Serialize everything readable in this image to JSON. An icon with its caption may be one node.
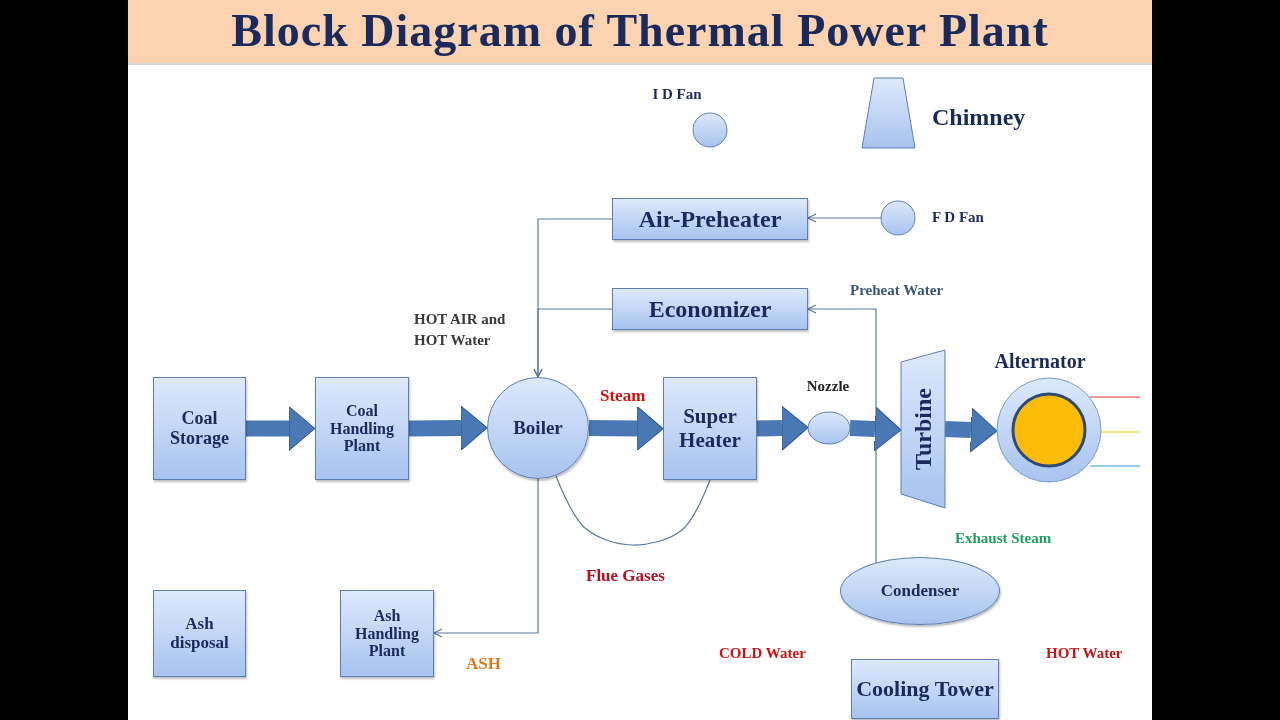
{
  "diagram": {
    "title": "Block Diagram of Thermal Power Plant",
    "nodes": [
      {
        "text": [
          "I D Fan"
        ]
      },
      {
        "text": [
          "Chimney"
        ]
      },
      {
        "text": [
          "Air-Preheater"
        ]
      },
      {
        "text": [
          "F D Fan"
        ]
      },
      {
        "text": [
          "Economizer"
        ]
      },
      {
        "text": [
          "Coal Storage"
        ]
      },
      {
        "text": [
          "Coal Handling Plant"
        ]
      },
      {
        "text": [
          "Boiler"
        ]
      },
      {
        "text": [
          "Super Heater"
        ]
      },
      {
        "text": [
          "Nozzle"
        ]
      },
      {
        "text": [
          "Turbine"
        ]
      },
      {
        "text": [
          "Alternator"
        ]
      },
      {
        "text": [
          "Condenser"
        ]
      },
      {
        "text": [
          "Ash disposal"
        ]
      },
      {
        "text": [
          "Ash Handling Plant"
        ]
      },
      {
        "text": [
          "Cooling Tower"
        ]
      }
    ],
    "edges": [
      {
        "from": 3,
        "to": 2,
        "arrow": "to"
      },
      {
        "from": 2,
        "to": 7,
        "arrow": "to"
      },
      {
        "from": 4,
        "to": 7,
        "arrow": "to"
      },
      {
        "from": 12,
        "to": 4,
        "arrow": "to",
        "label": "Preheat Water"
      },
      {
        "from": 5,
        "to": 6,
        "arrow": "to",
        "style": "thick"
      },
      {
        "from": 6,
        "to": 7,
        "arrow": "to",
        "style": "thick"
      },
      {
        "from": 7,
        "to": 8,
        "arrow": "to",
        "style": "thick",
        "label": "Steam"
      },
      {
        "from": 8,
        "to": 9,
        "arrow": "to",
        "style": "thick"
      },
      {
        "from": 9,
        "to": 10,
        "arrow": "to",
        "style": "thick"
      },
      {
        "from": 10,
        "to": 11,
        "arrow": "to",
        "style": "thick"
      },
      {
        "from": 7,
        "to": 8,
        "arrow": "none",
        "label": "Flue Gases"
      },
      {
        "from": 7,
        "to": 14,
        "arrow": "to",
        "label": "ASH"
      }
    ],
    "labels": [
      "HOT AIR and HOT Water",
      "Exhaust Steam",
      "COLD Water",
      "HOT Water"
    ]
  }
}
